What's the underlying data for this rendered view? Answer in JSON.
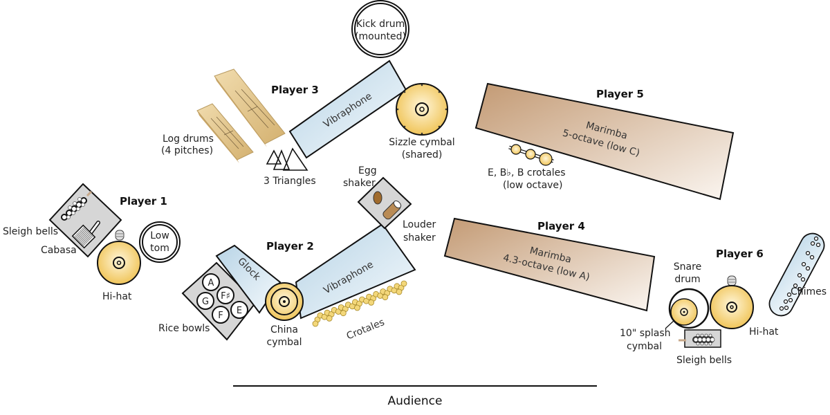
{
  "title": "Percussion stage setup",
  "players": [
    {
      "id": "player-1",
      "label": "Player 1",
      "instruments": [
        "Sleigh bells",
        "Cabasa",
        "Hi-hat",
        "Low tom"
      ]
    },
    {
      "id": "player-2",
      "label": "Player 2",
      "instruments": [
        "Rice bowls",
        "Glock",
        "China cymbal",
        "Vibraphone",
        "Crotales"
      ]
    },
    {
      "id": "player-3",
      "label": "Player 3",
      "instruments": [
        "Log drums (4 pitches)",
        "3 Triangles",
        "Vibraphone",
        "Kick drum (mounted)",
        "Sizzle cymbal (shared)"
      ]
    },
    {
      "id": "player-4",
      "label": "Player 4",
      "instruments": [
        "Marimba 4.3-octave (low A)",
        "Egg shaker",
        "Louder shaker"
      ]
    },
    {
      "id": "player-5",
      "label": "Player 5",
      "instruments": [
        "Marimba 5-octave (low C)",
        "E, B♭, B crotales (low octave)"
      ]
    },
    {
      "id": "player-6",
      "label": "Player 6",
      "instruments": [
        "Snare drum",
        "10\" splash cymbal",
        "Hi-hat",
        "Sleigh bells",
        "Chimes"
      ]
    }
  ],
  "labels": {
    "p1": "Player 1",
    "p2": "Player 2",
    "p3": "Player 3",
    "p4": "Player 4",
    "p5": "Player 5",
    "p6": "Player 6",
    "sleigh_bells_1": "Sleigh bells",
    "cabasa": "Cabasa",
    "hihat_1": "Hi-hat",
    "low_tom_1": "Low",
    "low_tom_2": "tom",
    "log_drums_1": "Log drums",
    "log_drums_2": "(4 pitches)",
    "triangles": "3 Triangles",
    "kick_1": "Kick drum",
    "kick_2": "(mounted)",
    "vibraphone_3": "Vibraphone",
    "sizzle_1": "Sizzle cymbal",
    "sizzle_2": "(shared)",
    "egg_1": "Egg",
    "egg_2": "shaker",
    "louder_1": "Louder",
    "louder_2": "shaker",
    "rice_bowls": "Rice bowls",
    "glock": "Glock",
    "china_1": "China",
    "china_2": "cymbal",
    "vibraphone_2": "Vibraphone",
    "crotales": "Crotales",
    "marimba5_1": "Marimba",
    "marimba5_2": "5-octave (low C)",
    "crotales5_1": "E, B♭, B crotales",
    "crotales5_2": "(low octave)",
    "marimba4_1": "Marimba",
    "marimba4_2": "4.3-octave (low A)",
    "snare_1": "Snare",
    "snare_2": "drum",
    "splash_1": "10\" splash",
    "splash_2": "cymbal",
    "hihat_6": "Hi-hat",
    "sleigh_bells_6": "Sleigh bells",
    "chimes": "Chimes",
    "audience": "Audience"
  },
  "rice_bowl_notes": [
    "A",
    "G",
    "F♯",
    "F",
    "E"
  ],
  "colors": {
    "cymbal": "#f2c960",
    "vibraphone": "#c9dfec",
    "marimba": "#c9a07a",
    "wood": "#e2c48a",
    "tray": "#d8d8d8"
  }
}
